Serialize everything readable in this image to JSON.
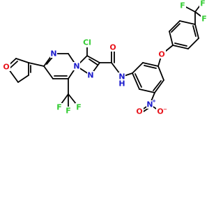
{
  "molecule": {
    "atom_colors": {
      "N": "#1a1acc",
      "O": "#e8141c",
      "F": "#33cc33",
      "Cl": "#33cc33",
      "C": "#000000"
    },
    "labels": {
      "cl": "Cl",
      "n_ring_top": "N",
      "n_bridge": "N",
      "n_pyrazole": "N",
      "o_furan": "O",
      "o_carbonyl": "O",
      "o_ether": "O",
      "n_amide": "N",
      "h_amide": "H",
      "n_nitro": "N",
      "nitro_plus": "+",
      "o_nitro_left": "O",
      "o_nitro_right": "O",
      "nitro_minus": "−",
      "f_cf3a_1": "F",
      "f_cf3a_2": "F",
      "f_cf3a_3": "F",
      "f_cf3b_1": "F",
      "f_cf3b_2": "F",
      "f_cf3b_3": "F"
    }
  }
}
